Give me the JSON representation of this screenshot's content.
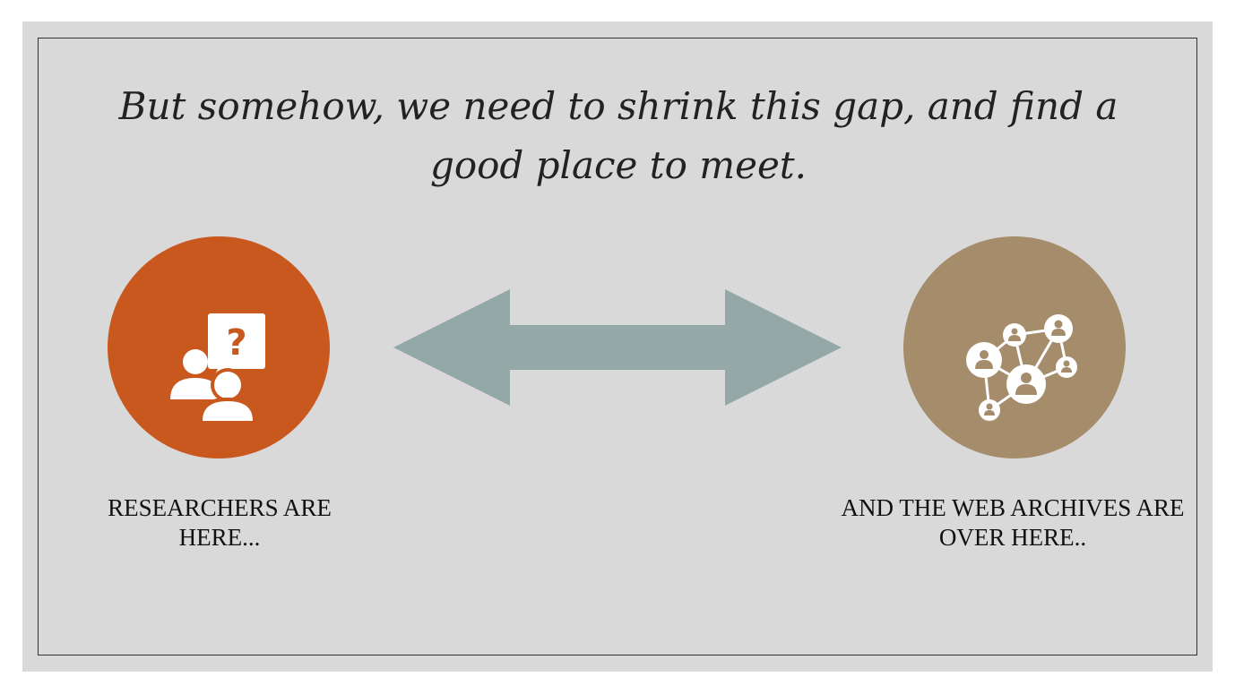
{
  "slide": {
    "title": "But somehow, we need to shrink this gap, and find a good place to meet.",
    "left": {
      "icon": "researchers-question-icon",
      "color": "#c9581f",
      "label": "RESEARCHERS ARE HERE..."
    },
    "right": {
      "icon": "network-people-icon",
      "color": "#a58d6c",
      "label": "AND THE WEB ARCHIVES ARE OVER HERE.."
    },
    "connector": {
      "icon": "double-arrow-icon",
      "color": "#95a8a8"
    },
    "background_color": "#d9d9d9"
  }
}
